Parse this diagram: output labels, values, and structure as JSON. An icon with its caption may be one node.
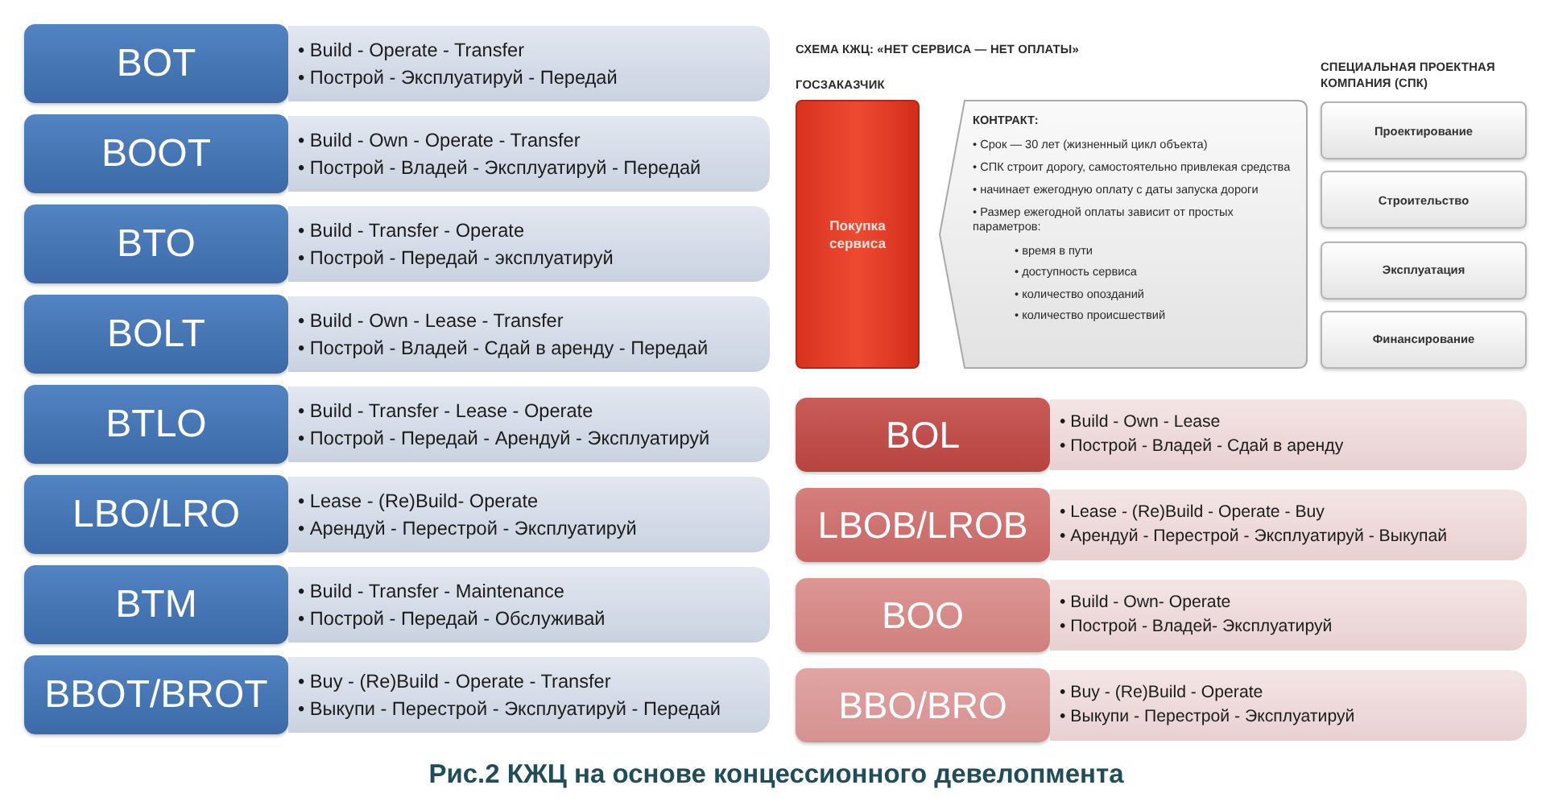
{
  "diagram": {
    "caption": "Рис.2 КЖЦ на основе концессионного девелопмента",
    "nodes": [
      {
        "text": [
          "BOT"
        ]
      },
      {
        "text": [
          "• Build - Operate - Transfer",
          "• Построй - Эксплуатируй - Передай"
        ]
      },
      {
        "text": [
          "BOOT"
        ]
      },
      {
        "text": [
          "• Build - Own - Operate - Transfer",
          "• Построй - Владей - Эксплуатируй - Передай"
        ]
      },
      {
        "text": [
          "BTO"
        ]
      },
      {
        "text": [
          "• Build - Transfer - Operate",
          "• Построй - Передай - эксплуатируй"
        ]
      },
      {
        "text": [
          "BOLT"
        ]
      },
      {
        "text": [
          "• Build - Own - Lease - Transfer",
          "• Построй - Владей - Сдай в аренду - Передай"
        ]
      },
      {
        "text": [
          "BTLO"
        ]
      },
      {
        "text": [
          "• Build - Transfer - Lease - Operate",
          "• Построй - Передай - Арендуй - Эксплуатируй"
        ]
      },
      {
        "text": [
          "LBO/LRO"
        ]
      },
      {
        "text": [
          "• Lease - (Re)Build- Operate",
          "• Арендуй - Перестрой - Эксплуатируй"
        ]
      },
      {
        "text": [
          "BTM"
        ]
      },
      {
        "text": [
          "• Build - Transfer - Maintenance",
          "• Построй - Передай - Обслуживай"
        ]
      },
      {
        "text": [
          "BBOT/BROT"
        ]
      },
      {
        "text": [
          "• Buy - (Re)Build - Operate - Transfer",
          "• Выкупи - Перестрой - Эксплуатируй - Передай"
        ]
      },
      {
        "text": [
          "Покупка сервиса"
        ]
      },
      {
        "text": [
          "КОНТРАКТ:",
          "• Срок — 30 лет (жизненный цикл объекта)",
          "• СПК строит дорогу, самостоятельно привлекая средства",
          "• начинает ежегодную оплату с даты запуска дороги",
          "• Размер ежегодной оплаты зависит от простых параметров:",
          "• время в пути",
          "• доступность сервиса",
          "• количество опозданий",
          "• количество происшествий"
        ]
      },
      {
        "text": [
          "Проектирование"
        ]
      },
      {
        "text": [
          "Строительство"
        ]
      },
      {
        "text": [
          "Эксплуатация"
        ]
      },
      {
        "text": [
          "Финансирование"
        ]
      },
      {
        "text": [
          "BOL"
        ]
      },
      {
        "text": [
          "• Build - Own - Lease",
          "• Построй - Владей - Сдай в аренду"
        ]
      },
      {
        "text": [
          "LBOB/LROB"
        ]
      },
      {
        "text": [
          "• Lease - (Re)Build - Operate - Buy",
          "• Арендуй - Перестрой - Эксплуатируй - Выкупай"
        ]
      },
      {
        "text": [
          "BOO"
        ]
      },
      {
        "text": [
          "• Build - Own- Operate",
          "• Построй - Владей- Эксплуатируй"
        ]
      },
      {
        "text": [
          "BBO/BRO"
        ]
      },
      {
        "text": [
          "• Buy - (Re)Build - Operate",
          "• Выкупи - Перестрой - Эксплуатируй"
        ]
      }
    ],
    "labels": [
      "СХЕМА КЖЦ: «НЕТ СЕРВИСА — НЕТ ОПЛАТЫ»",
      "ГОСЗАКАЗЧИК",
      "СПЕЦИАЛЬНАЯ ПРОЕКТНАЯ КОМПАНИЯ (СПК)"
    ]
  }
}
